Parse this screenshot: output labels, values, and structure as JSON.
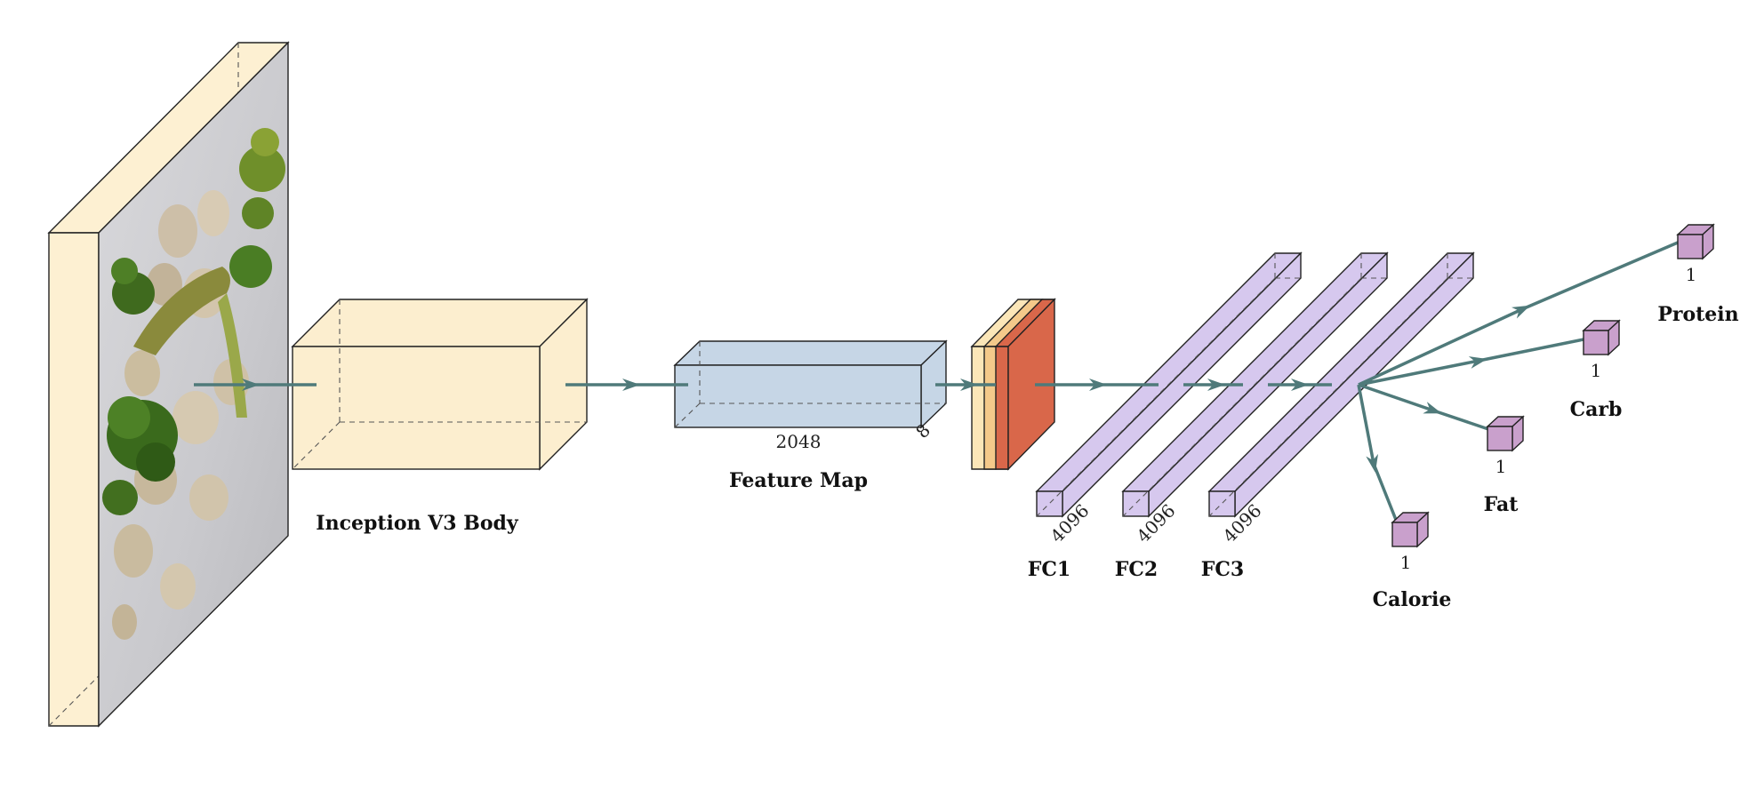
{
  "labels": {
    "inception": "Inception V3 Body",
    "feature_map": "Feature Map",
    "fc1": "FC1",
    "fc2": "FC2",
    "fc3": "FC3",
    "calorie": "Calorie",
    "fat": "Fat",
    "carb": "Carb",
    "protein": "Protein"
  },
  "dims": {
    "feature_width": "2048",
    "feature_depth": "8",
    "fc1": "4096",
    "fc2": "4096",
    "fc3": "4096",
    "calorie": "1",
    "fat": "1",
    "carb": "1",
    "protein": "1"
  },
  "colors": {
    "input_block": "#fdf0d2",
    "inception_block": "#fceecf",
    "feature_map": "#c6d6e6",
    "pool_light": "#fbe6b8",
    "pool_mid": "#f4c98a",
    "pool_dark": "#d9674a",
    "fc_layer": "#d6c8ee",
    "output_cube": "#c9a0cc",
    "flow_arrow": "#4f7a7a"
  },
  "image": {
    "content": "food photo (chicken pieces and broccoli on a plate)"
  }
}
